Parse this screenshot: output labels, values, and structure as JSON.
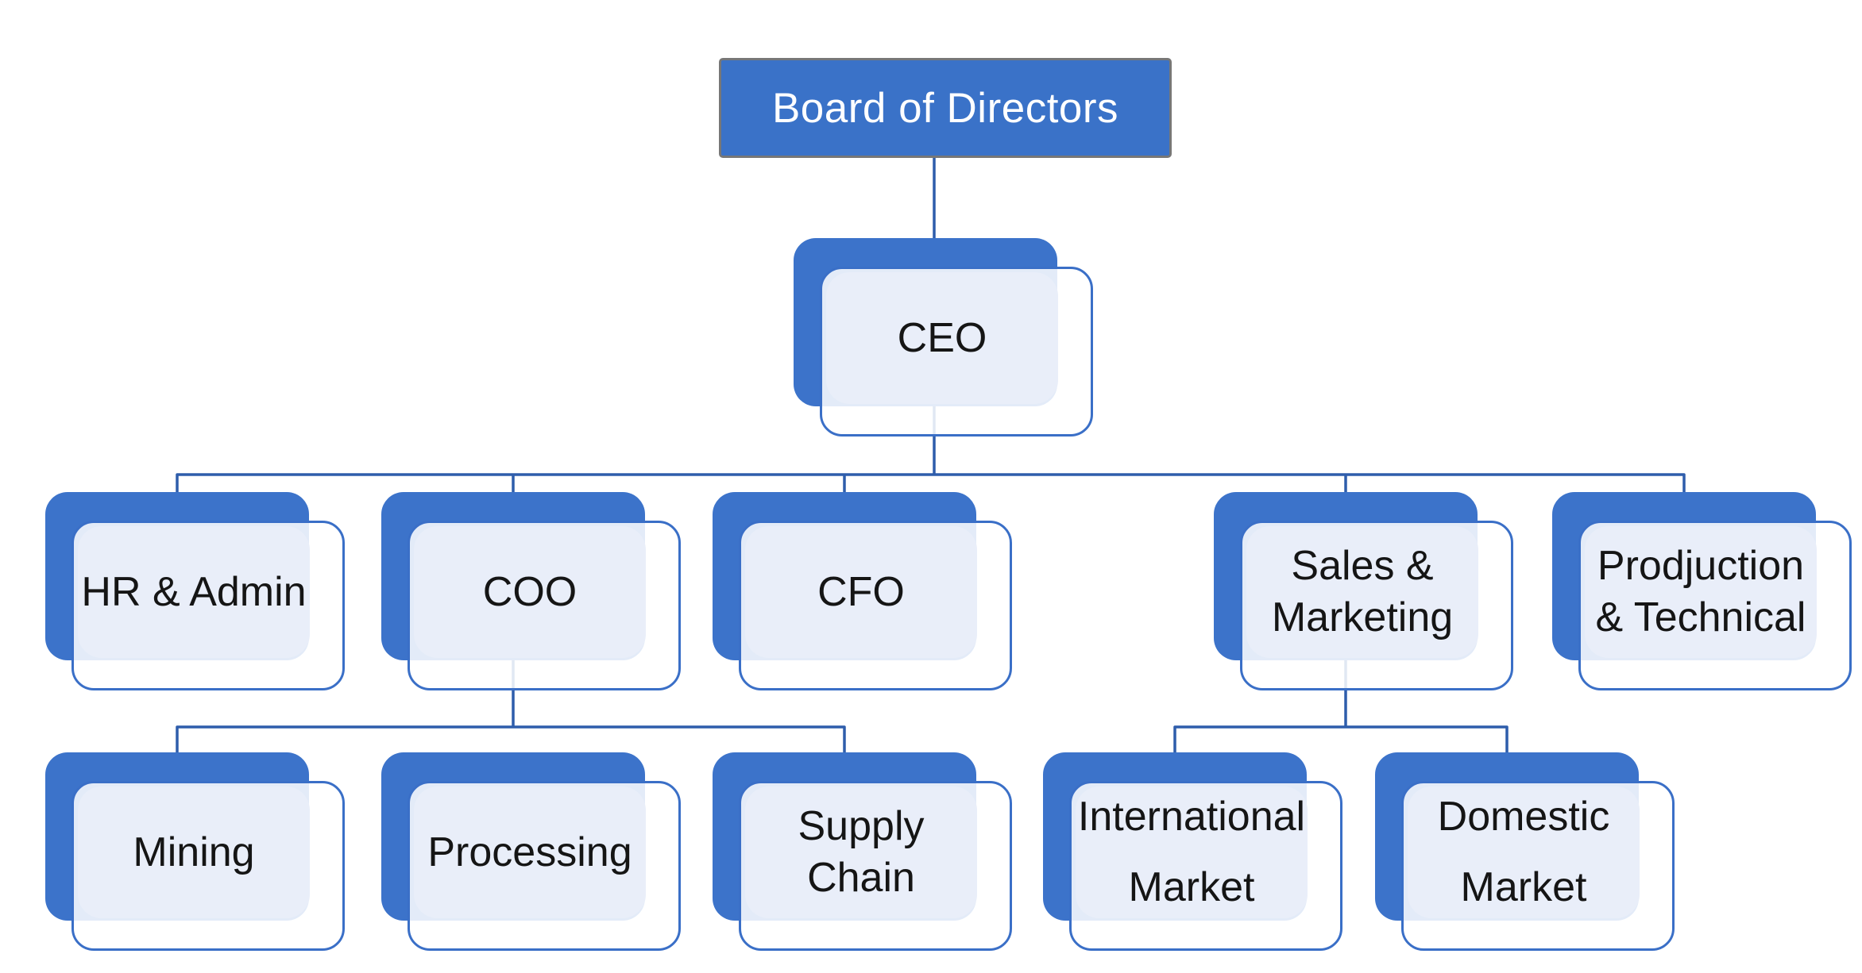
{
  "diagram_type": "org-chart",
  "nodes": {
    "board": {
      "label": "Board of Directors"
    },
    "ceo": {
      "label": "CEO"
    },
    "hr_admin": {
      "label": "HR & Admin"
    },
    "coo": {
      "label": "COO"
    },
    "cfo": {
      "label": "CFO"
    },
    "sales_marketing": {
      "label": "Sales &\nMarketing"
    },
    "production_technical": {
      "label": "Prodjuction\n& Technical"
    },
    "mining": {
      "label": "Mining"
    },
    "processing": {
      "label": "Processing"
    },
    "supply_chain": {
      "label": "Supply\nChain"
    },
    "international_market": {
      "label": "International\nMarket"
    },
    "domestic_market": {
      "label": "Domestic\nMarket"
    }
  },
  "edges": [
    [
      "Board of Directors",
      "CEO"
    ],
    [
      "CEO",
      "HR & Admin"
    ],
    [
      "CEO",
      "COO"
    ],
    [
      "CEO",
      "CFO"
    ],
    [
      "CEO",
      "Sales & Marketing"
    ],
    [
      "CEO",
      "Prodjuction & Technical"
    ],
    [
      "COO",
      "Mining"
    ],
    [
      "COO",
      "Processing"
    ],
    [
      "COO",
      "Supply Chain"
    ],
    [
      "Sales & Marketing",
      "International Market"
    ],
    [
      "Sales & Marketing",
      "Domestic Market"
    ]
  ],
  "colors": {
    "node_blue": "#3c73ca",
    "frame_border": "#3a6fc7",
    "face_fill": "#e9eef9",
    "connector": "#2e5dab",
    "board_fill": "#3a72c8",
    "board_border": "#777777",
    "board_text": "#ffffff",
    "text": "#151515"
  }
}
